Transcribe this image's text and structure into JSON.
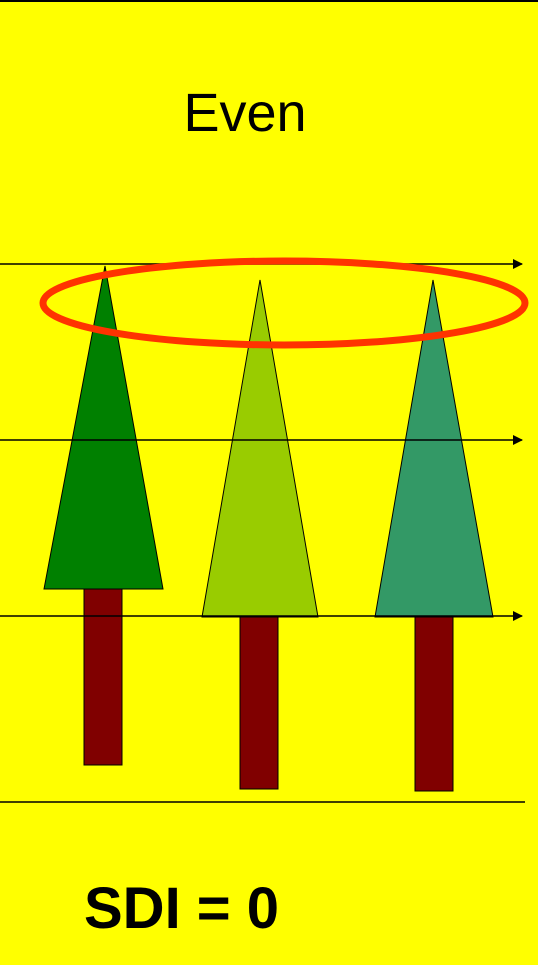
{
  "title": "Even",
  "formula": "SDI = 0",
  "colors": {
    "background": "#ffff00",
    "trunk": "#800000",
    "tree_1": "#008000",
    "tree_2": "#99cc00",
    "tree_3": "#339966",
    "highlight_ellipse": "#ff3300",
    "lines": "#000000"
  },
  "trees": [
    {
      "name": "tree-1",
      "color_key": "tree_1"
    },
    {
      "name": "tree-2",
      "color_key": "tree_2"
    },
    {
      "name": "tree-3",
      "color_key": "tree_3"
    }
  ]
}
